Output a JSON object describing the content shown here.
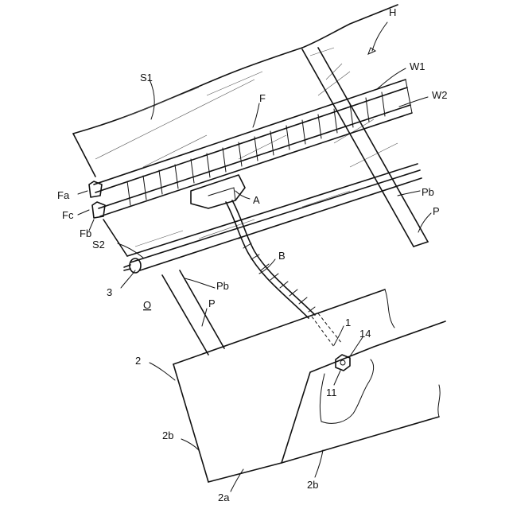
{
  "figure": {
    "labels": {
      "H": "H",
      "S1": "S1",
      "F": "F",
      "W1": "W1",
      "W2": "W2",
      "Fa": "Fa",
      "Fc": "Fc",
      "Fb": "Fb",
      "A": "A",
      "Pb_upper": "Pb",
      "P_upper": "P",
      "S2": "S2",
      "B": "B",
      "3": "3",
      "Pb_lower": "Pb",
      "O": "O",
      "P_lower": "P",
      "1": "1",
      "14": "14",
      "2": "2",
      "11": "11",
      "2b_left": "2b",
      "2b_right": "2b",
      "2a": "2a"
    }
  }
}
